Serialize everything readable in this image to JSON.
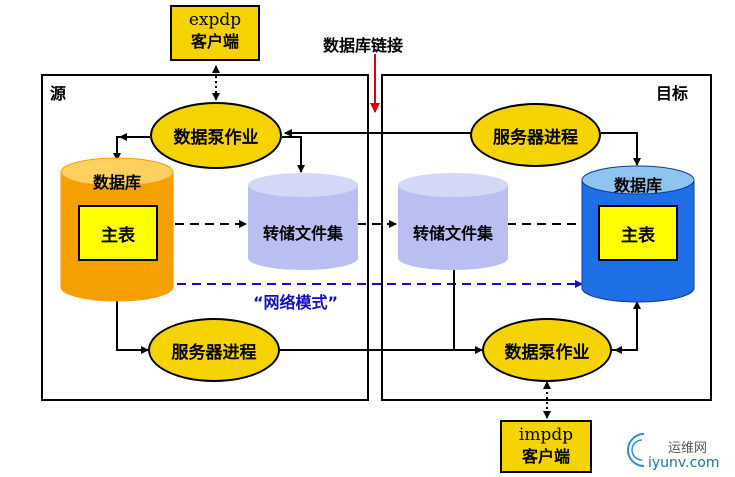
{
  "colors": {
    "ellipse_fill": "#f5d300",
    "client_fill": "#f5d300",
    "source_db_fill": "#f5a000",
    "target_db_fill": "#1e6ee6",
    "dump_fill": "#b9bff0",
    "network_line": "#1010c0",
    "db_link_arrow": "#e00000"
  },
  "source_panel": {
    "label": "源"
  },
  "target_panel": {
    "label": "目标"
  },
  "db_link_label": "数据库链接",
  "expdp_client": {
    "line1": "expdp",
    "line2": "客户端"
  },
  "impdp_client": {
    "line1": "impdp",
    "line2": "客户端"
  },
  "source": {
    "pump_job": "数据泵作业",
    "database": "数据库",
    "master_table": "主表",
    "dump_file_set": "转储文件集",
    "server_process": "服务器进程"
  },
  "target": {
    "server_process": "服务器进程",
    "database": "数据库",
    "master_table": "主表",
    "dump_file_set": "转储文件集",
    "pump_job": "数据泵作业"
  },
  "network_mode_label": "“网络模式”",
  "watermark": {
    "name": "运维网",
    "domain": "iyunv.com"
  }
}
